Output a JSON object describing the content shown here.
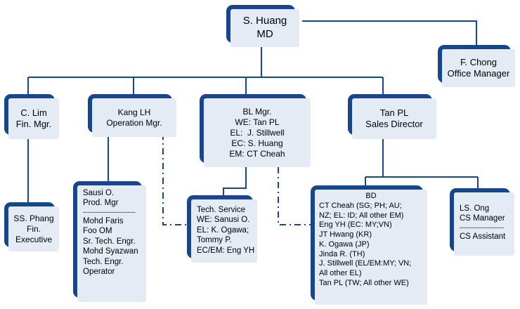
{
  "nodes": {
    "md": {
      "lines": [
        "S. Huang",
        "MD"
      ]
    },
    "office": {
      "lines": [
        "F. Chong",
        "Office Manager"
      ]
    },
    "fin": {
      "lines": [
        "C. Lim",
        "Fin. Mgr."
      ]
    },
    "op": {
      "lines": [
        "Kang LH",
        "Operation Mgr."
      ]
    },
    "bl": {
      "lines": [
        "BL Mgr.",
        "WE: Tan PL",
        "EL:  J. Stillwell",
        "EC: S. Huang",
        "EM: CT Cheah"
      ]
    },
    "sales": {
      "lines": [
        "Tan PL",
        "Sales Director"
      ]
    },
    "finexec": {
      "lines": [
        "SS. Phang",
        "Fin.",
        "Executive"
      ]
    },
    "prod": {
      "head": [
        "Sausi O.",
        "Prod. Mgr"
      ],
      "divider": "-------------------------",
      "body": [
        "Mohd Faris",
        "Foo OM",
        "Sr. Tech. Engr.",
        "Mohd Syazwan",
        "Tech. Engr.",
        "Operator"
      ]
    },
    "tech": {
      "lines": [
        "Tech. Service",
        "WE: Sanusi O.",
        "EL: K. Ogawa;",
        "Tommy P.",
        "EC/EM: Eng YH"
      ]
    },
    "bd": {
      "title": "BD",
      "lines": [
        "CT Cheah (SG; PH; AU;",
        "NZ; EL: ID; All other EM)",
        "Eng YH (EC: MY;VN)",
        "JT Hwang (KR)",
        "K. Ogawa (JP)",
        "Jinda R. (TH)",
        "J. Stillwell (EL/EM:MY; VN;",
        "All other EL)",
        "Tan PL (TW; All other WE)"
      ]
    },
    "cs": {
      "head": [
        "LS. Ong",
        "CS Manager"
      ],
      "divider": "---------------------",
      "body": [
        "CS Assistant"
      ]
    }
  },
  "colors": {
    "shadow": "#18468c",
    "box": "#e4ebf5",
    "line": "#18468c"
  }
}
